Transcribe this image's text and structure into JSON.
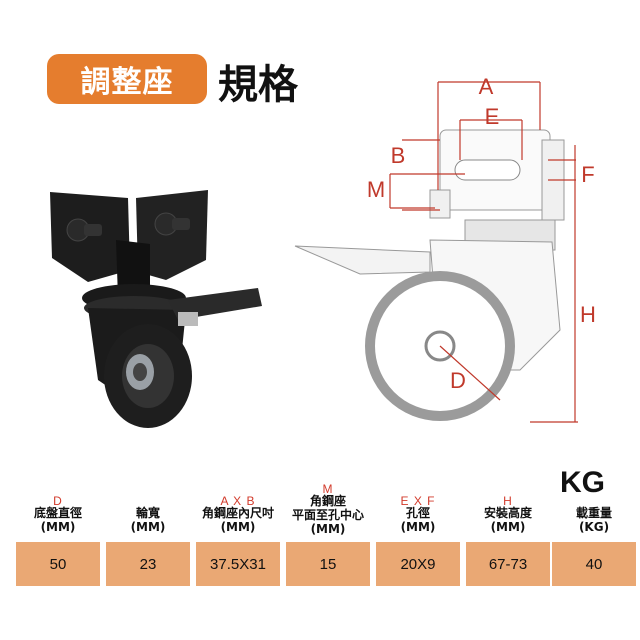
{
  "header": {
    "badge": "調整座",
    "title": "規格"
  },
  "diagram_labels": {
    "A": "A",
    "E": "E",
    "B": "B",
    "M": "M",
    "F": "F",
    "H": "H",
    "D": "D"
  },
  "unit_label": "KG",
  "columns": [
    {
      "code": "D",
      "head1": "底盤直徑",
      "head2": "(MM)",
      "value": "50"
    },
    {
      "code": "",
      "head1": "輪寬",
      "head2": "(MM)",
      "value": "23"
    },
    {
      "code": "A X B",
      "head1": "角鋼座內尺吋",
      "head2": "(MM)",
      "value": "37.5X31"
    },
    {
      "code": "M",
      "head1": "角鋼座",
      "head1b": "平面至孔中心",
      "head2": "(MM)",
      "value": "15"
    },
    {
      "code": "E X F",
      "head1": "孔徑",
      "head2": "(MM)",
      "value": "20X9"
    },
    {
      "code": "H",
      "head1": "安裝高度",
      "head2": "(MM)",
      "value": "67-73"
    },
    {
      "code": "",
      "head1": "載重量",
      "head2": "(KG)",
      "value": "40"
    }
  ]
}
